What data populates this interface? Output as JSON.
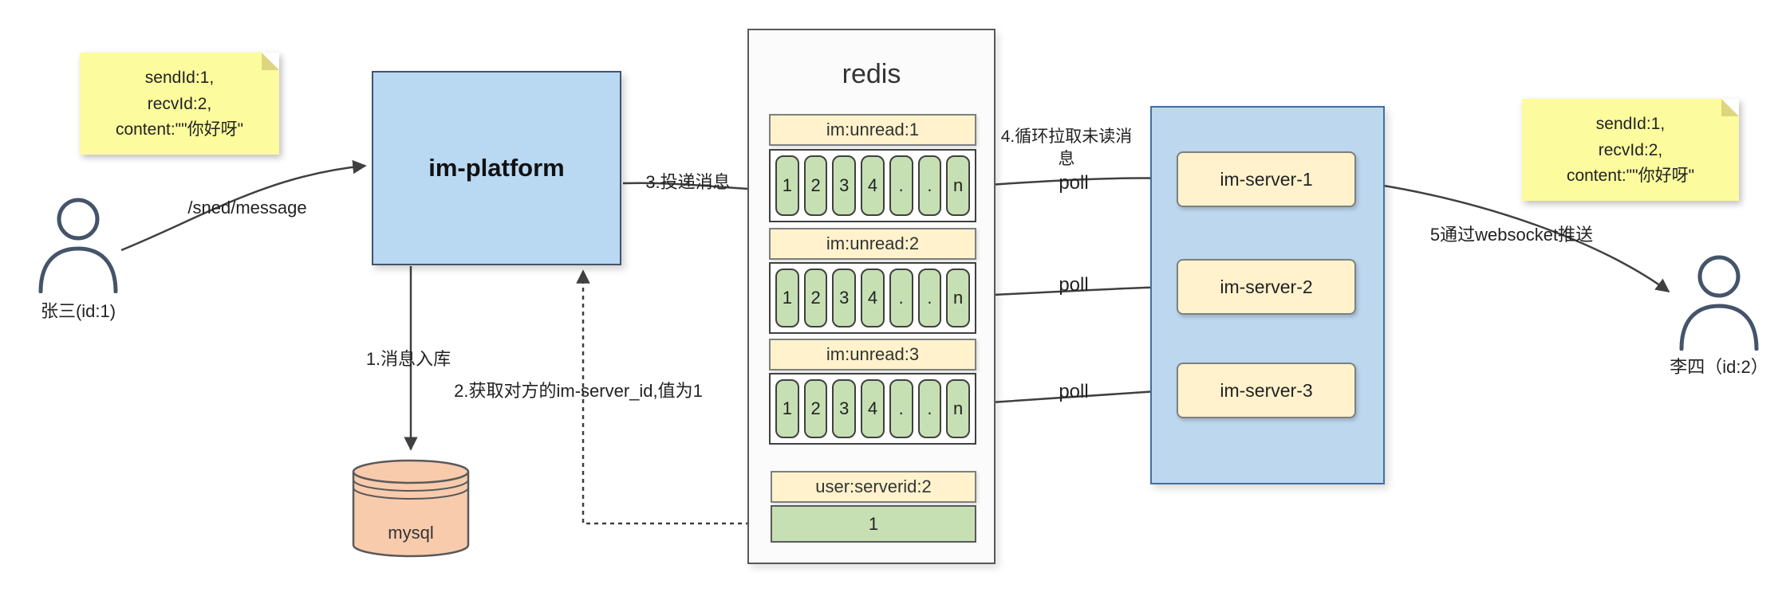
{
  "colors": {
    "platform_fill": "#B9D8F2",
    "panel_fill": "#BDD7EE",
    "note_fill": "#FCFC9E",
    "queue_header_fill": "#FFF2CC",
    "cell_fill": "#C6E0B4",
    "db_fill": "#F8CBAD",
    "arrow": "#404040"
  },
  "notes": {
    "left": {
      "lines": [
        "sendId:1,",
        "recvId:2,",
        "content:\"\"你好呀\""
      ]
    },
    "right": {
      "lines": [
        "sendId:1,",
        "recvId:2,",
        "content:\"\"你好呀\""
      ]
    }
  },
  "actors": {
    "sender": {
      "label": "张三(id:1)"
    },
    "receiver": {
      "label": "李四（id:2）"
    }
  },
  "platform": {
    "label": "im-platform"
  },
  "database": {
    "label": "mysql"
  },
  "redis": {
    "title": "redis",
    "queues": [
      {
        "header": "im:unread:1",
        "cells": [
          "1",
          "2",
          "3",
          "4",
          ".",
          ".",
          "n"
        ]
      },
      {
        "header": "im:unread:2",
        "cells": [
          "1",
          "2",
          "3",
          "4",
          ".",
          ".",
          "n"
        ]
      },
      {
        "header": "im:unread:3",
        "cells": [
          "1",
          "2",
          "3",
          "4",
          ".",
          ".",
          "n"
        ]
      }
    ],
    "kv": {
      "header": "user:serverid:2",
      "value": "1"
    }
  },
  "servers": [
    {
      "label": "im-server-1"
    },
    {
      "label": "im-server-2"
    },
    {
      "label": "im-server-3"
    }
  ],
  "labels": {
    "send_path": "/sned/message",
    "step1": "1.消息入库",
    "step2": "2.获取对方的im-server_id,值为1",
    "step3": "3.投递消息",
    "step4": "4.循环拉取未读消息",
    "step5": "5通过websocket推送",
    "poll": "poll"
  }
}
